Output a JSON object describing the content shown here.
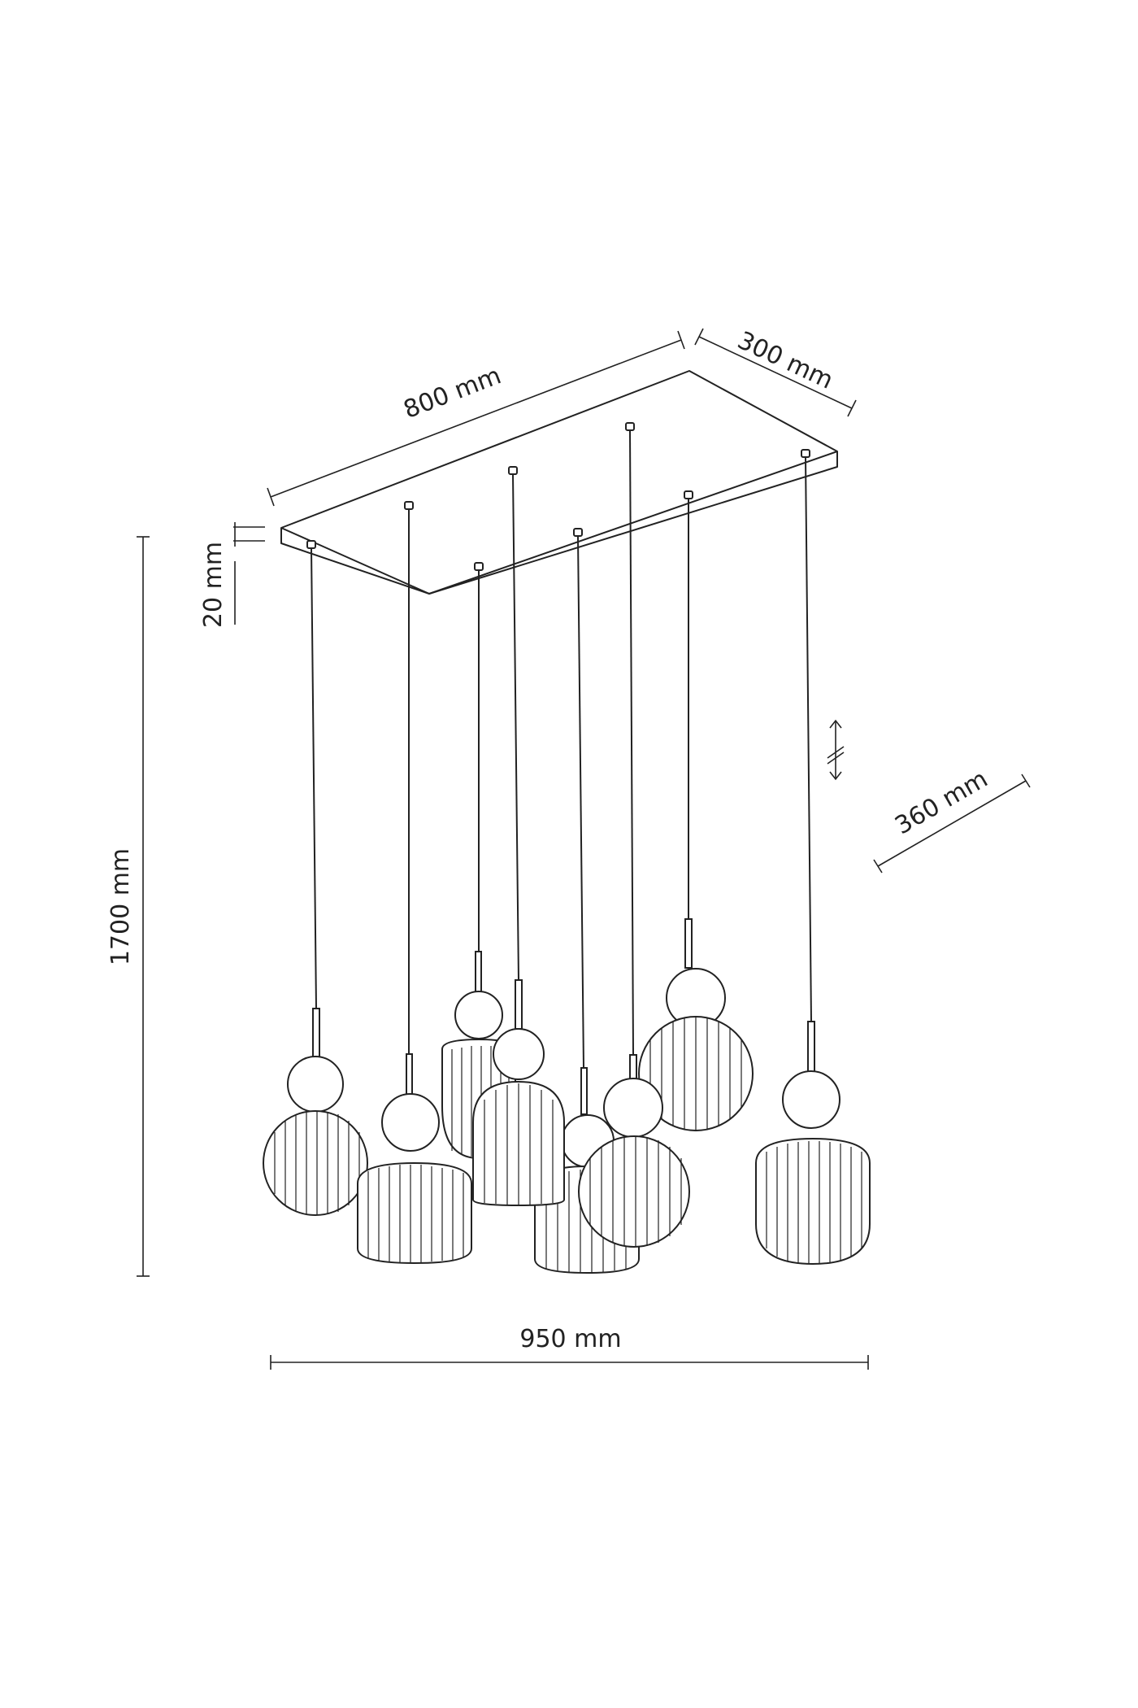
{
  "diagram": {
    "line_color": "#222222",
    "background": "#ffffff",
    "dimensions": {
      "length": "800 mm",
      "depth": "300 mm",
      "canopy_height": "20 mm",
      "total_height": "1700 mm",
      "shade_diameter": "360 mm",
      "total_width": "950 mm"
    },
    "adjustable_cable_icon": "adjustable-length-arrows-icon",
    "pendant_count": 8
  }
}
